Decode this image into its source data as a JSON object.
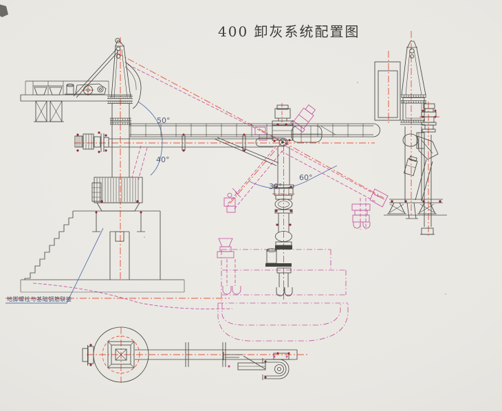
{
  "title": "400 卸灰系统配置图",
  "notes": {
    "anchor_bolt": "地脚螺栓与基础钢筋联接"
  },
  "angles": {
    "luffing_upper": "50°",
    "luffing_lower": "40°",
    "slewing_left": "30°",
    "slewing_right": "60°"
  },
  "colors": {
    "paper": "#e9e7e2",
    "ink": "#45443f",
    "centerline_red": "#e4563d",
    "phantom_magenta": "#c44fa0",
    "dimension_blue": "#5873ac",
    "bolt_maroon": "#8e2b38"
  }
}
